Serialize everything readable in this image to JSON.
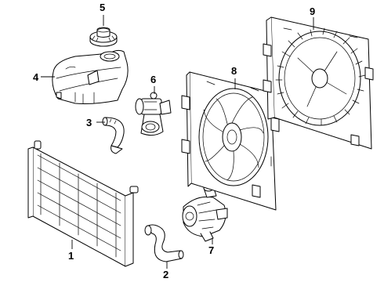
{
  "callouts": {
    "radiator": "1",
    "lower_hose": "2",
    "upper_hose": "3",
    "expansion_tank": "4",
    "tank_cap": "5",
    "thermostat": "6",
    "water_pump": "7",
    "fan_assembly": "8",
    "fan_shroud": "9"
  },
  "colors": {
    "line": "#000000",
    "background": "#ffffff"
  }
}
